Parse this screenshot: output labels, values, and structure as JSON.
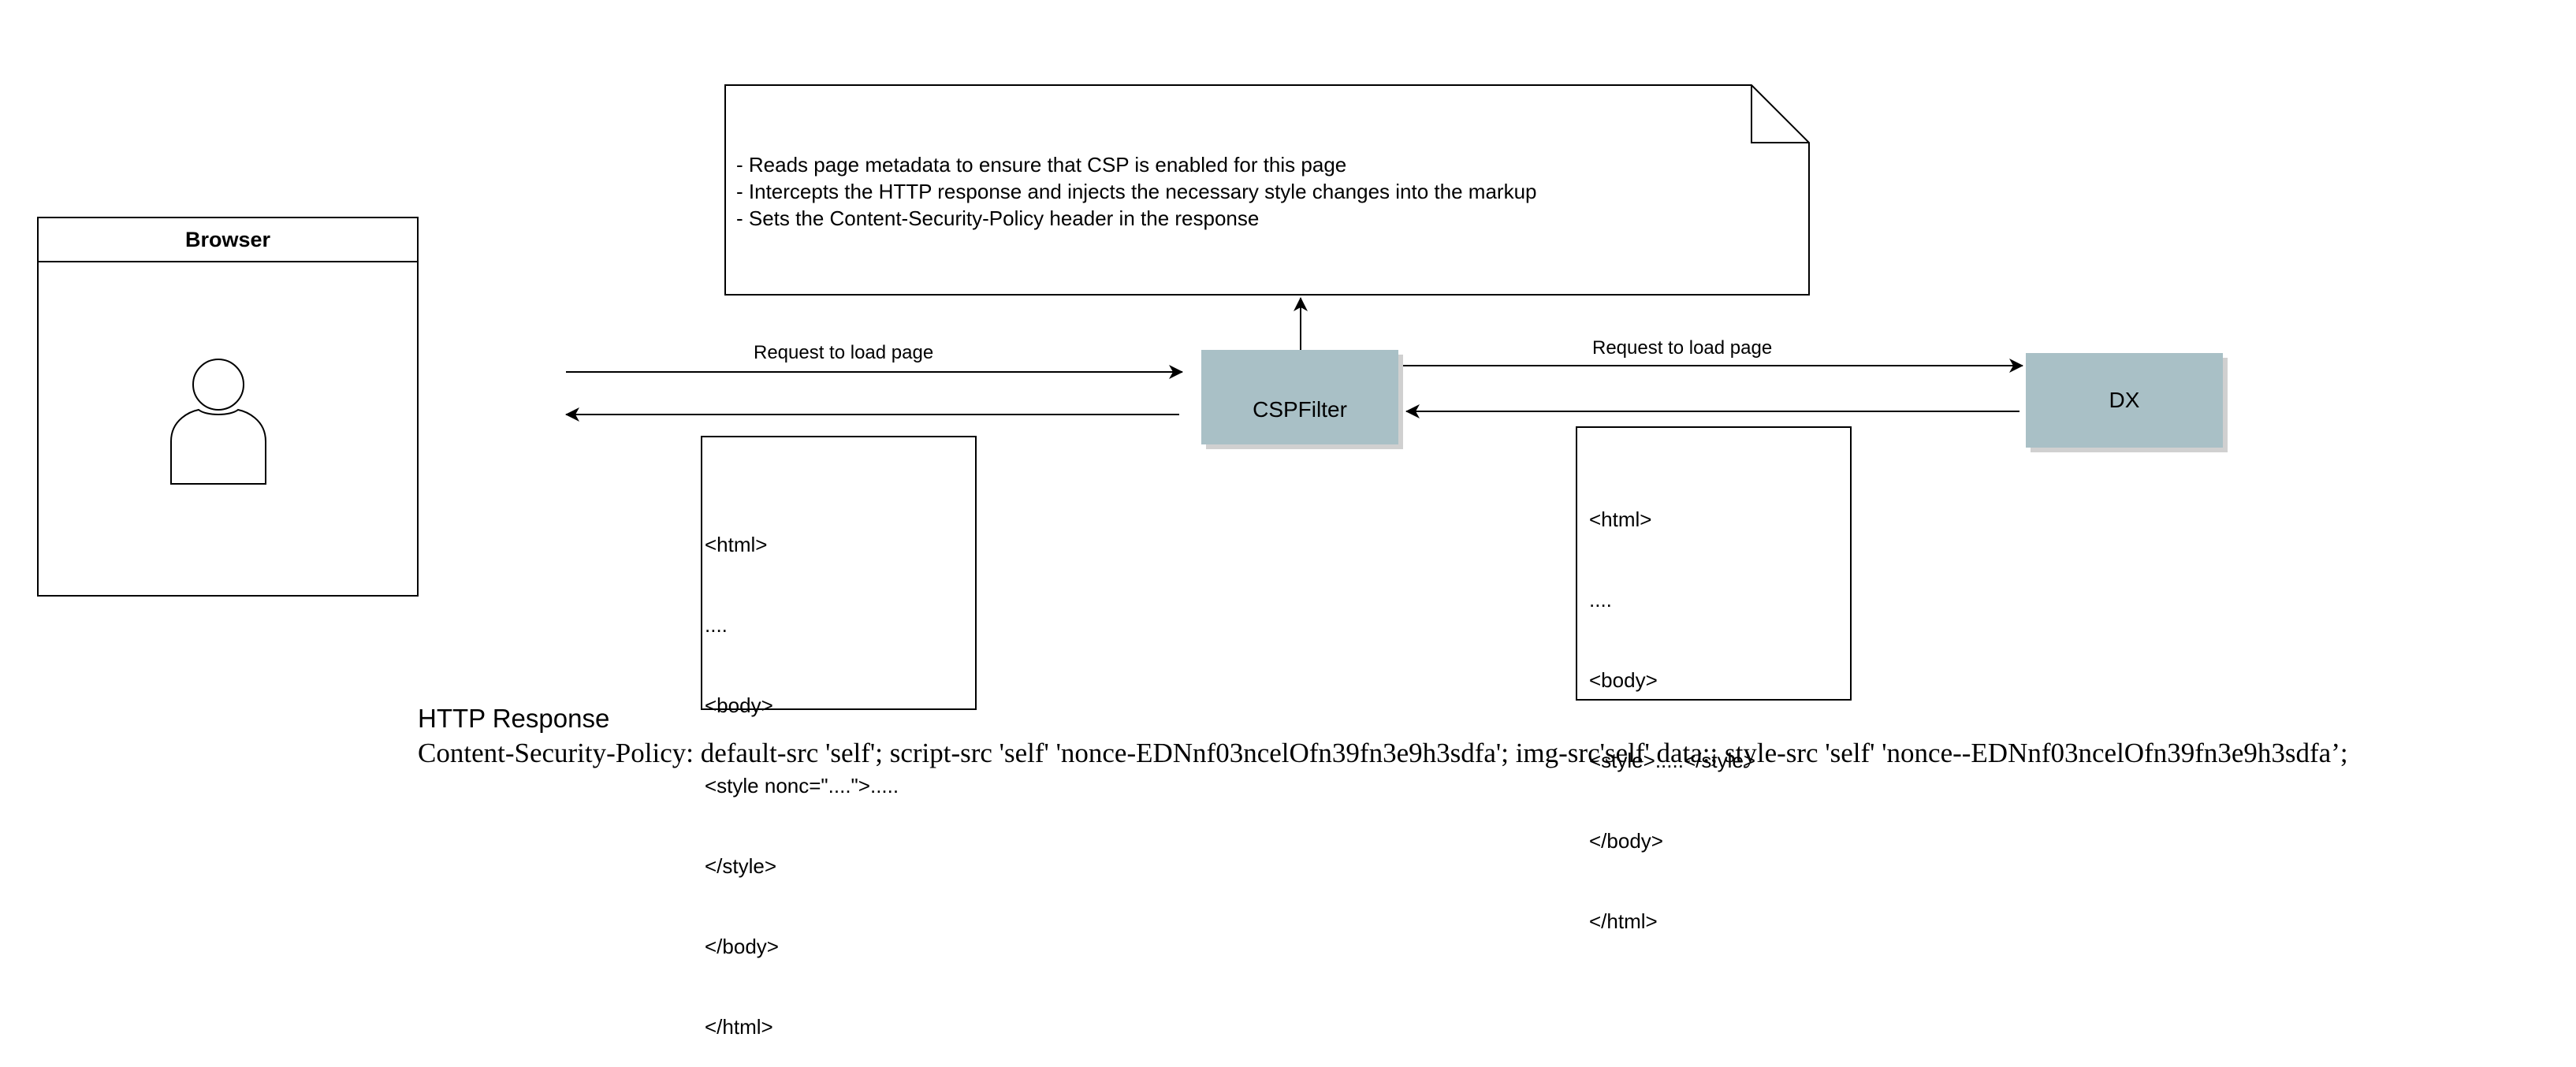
{
  "browser": {
    "title": "Browser",
    "icon": "user-icon"
  },
  "note": {
    "lines": [
      "- Reads page metadata to ensure that CSP is enabled for this page",
      "- Intercepts the HTTP response and injects the necessary style changes into the markup",
      "- Sets the Content-Security-Policy header in the response"
    ]
  },
  "cspfilter": {
    "label": "CSPFilter"
  },
  "dx": {
    "label": "DX"
  },
  "arrows": {
    "left_request_label": "Request to load page",
    "right_request_label": "Request to load page"
  },
  "response_left": {
    "lines": [
      "<html>",
      "....",
      "<body>",
      "<style nonc=\"....\">.....",
      "</style>",
      "</body>",
      "</html>"
    ]
  },
  "response_right": {
    "lines": [
      "<html>",
      "....",
      "<body>",
      "<style>.....</style>",
      "</body>",
      "</html>"
    ]
  },
  "http": {
    "title": "HTTP Response",
    "csp": "Content-Security-Policy: default-src 'self'; script-src 'self' 'nonce-EDNnf03ncelOfn39fn3e9h3sdfa'; img-src'self' data:; style-src 'self' 'nonce--EDNnf03ncelOfn39fn3e9h3sdfa’;"
  },
  "colors": {
    "component_fill": "#a9c0c6",
    "component_shadow": "#d0d0d0",
    "stroke": "#000000"
  }
}
